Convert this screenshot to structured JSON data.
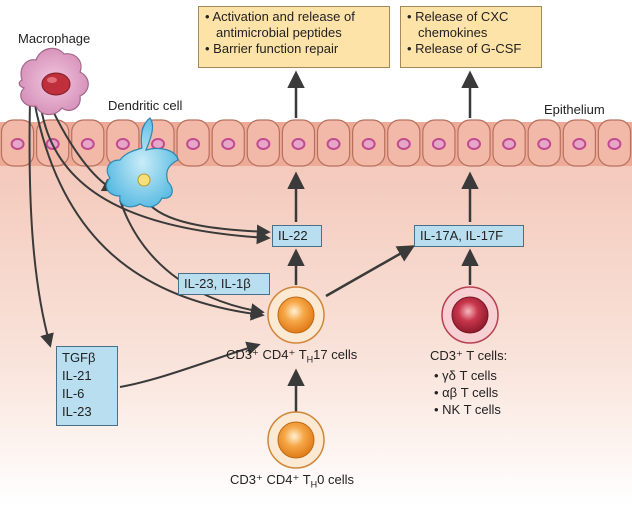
{
  "labels": {
    "macrophage": "Macrophage",
    "dendritic_cell": "Dendritic cell",
    "epithelium": "Epithelium",
    "th17_cells": "CD3⁺ CD4⁺ T",
    "th17_sub": "H",
    "th17_suffix": "17 cells",
    "th0_cells": "CD3⁺ CD4⁺ T",
    "th0_sub": "H",
    "th0_suffix": "0 cells",
    "cd3_t_cells": "CD3⁺ T cells:"
  },
  "t_cell_types": [
    "• γδ T cells",
    "• αβ T cells",
    "• NK T cells"
  ],
  "output_boxes": {
    "il22_effects": [
      "• Activation and release of",
      "  antimicrobial peptides",
      "• Barrier function repair"
    ],
    "il17_effects": [
      "• Release of CXC",
      "  chemokines",
      "• Release of G-CSF"
    ]
  },
  "cytokine_boxes": {
    "il22": "IL-22",
    "il17": "IL-17A, IL-17F",
    "il23_il1b": "IL-23, IL-1β",
    "macrophage_cytokines": [
      "TGFβ",
      "IL-21",
      "IL-6",
      "IL-23"
    ]
  },
  "colors": {
    "tissue_bg": "#f6d2c6",
    "epithelial_cell": "#f2b9a8",
    "cell_nucleus": "#c24b8f",
    "macrophage": "#e0a8c8",
    "dendritic_cell": "#6cc7e8",
    "th_cell": "#f5a040",
    "t_cell": "#c0304a",
    "arrow": "#3a3a3a",
    "output_box": "#fde3a7",
    "cytokine_box": "#b9def0"
  }
}
